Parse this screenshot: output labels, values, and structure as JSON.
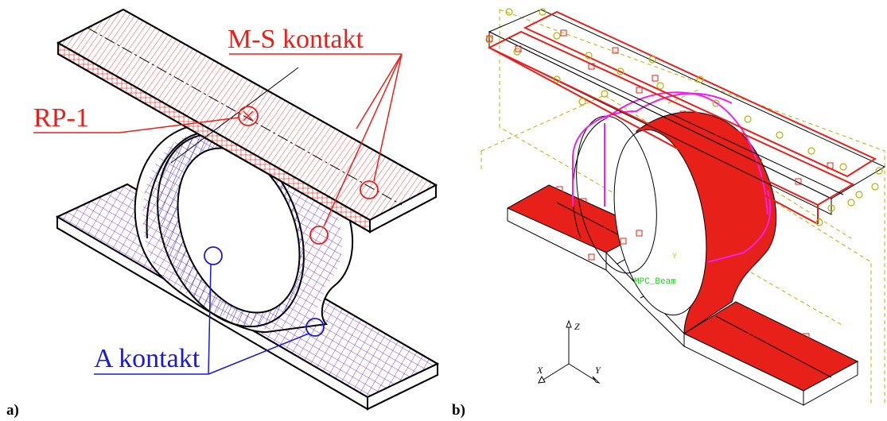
{
  "panel_a": {
    "label": "a)",
    "callouts": {
      "ms_contact": "M-S kontakt",
      "rp": "RP-1",
      "a_contact": "A kontakt"
    }
  },
  "panel_b": {
    "label": "b)",
    "axes": {
      "x": "X",
      "y": "Y",
      "z": "Z"
    },
    "annotations": {
      "mpc": "MPC_Beam",
      "y_small": "Y"
    }
  },
  "colors": {
    "red_label": "#e8201a",
    "blue_label": "#1a1ad0",
    "purple_hatch": "#7a2fd6",
    "fem_red": "#e8201a",
    "fem_magenta": "#ee22ee",
    "fem_node": "#b5b500"
  }
}
